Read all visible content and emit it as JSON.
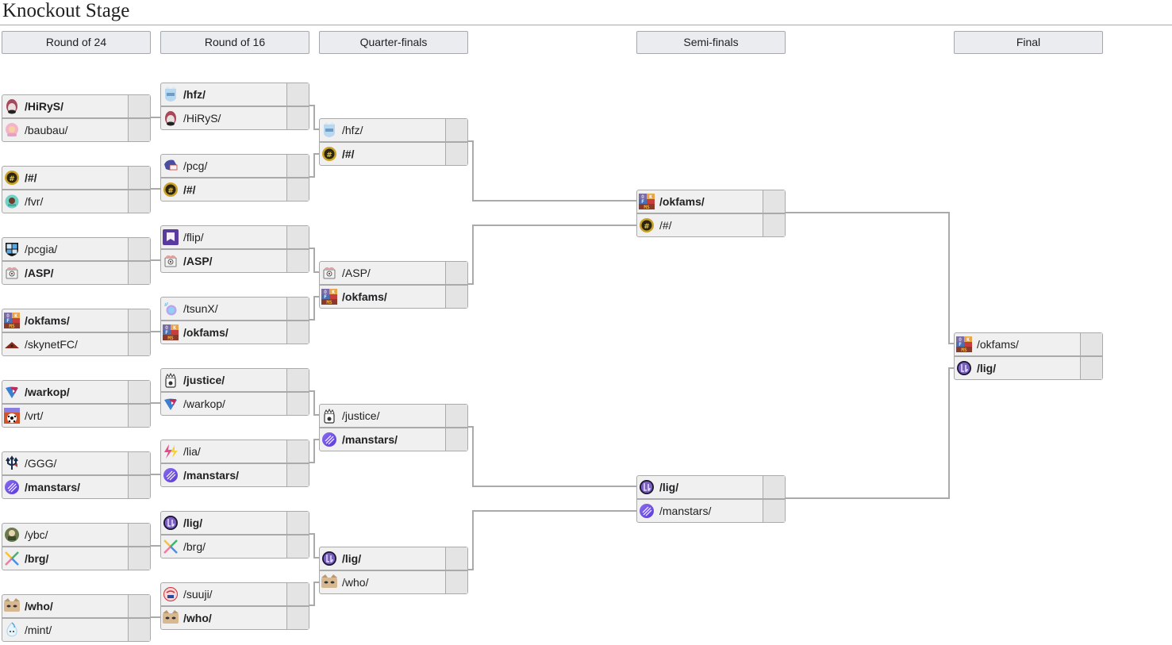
{
  "page": {
    "title": "Knockout Stage"
  },
  "rounds": [
    {
      "label": "Round of 24"
    },
    {
      "label": "Round of 16"
    },
    {
      "label": "Quarter-finals"
    },
    {
      "label": "Semi-finals"
    },
    {
      "label": "Final"
    }
  ],
  "matches": {
    "r24": [
      {
        "teams": [
          {
            "name": "/HiRyS/",
            "icon": "hirys-logo",
            "winner": true,
            "score": ""
          },
          {
            "name": "/baubau/",
            "icon": "baubau-logo",
            "winner": false,
            "score": ""
          }
        ]
      },
      {
        "teams": [
          {
            "name": "/#/",
            "icon": "hash-logo",
            "winner": true,
            "score": ""
          },
          {
            "name": "/fvr/",
            "icon": "fvr-logo",
            "winner": false,
            "score": ""
          }
        ]
      },
      {
        "teams": [
          {
            "name": "/pcgia/",
            "icon": "pcgia-logo",
            "winner": false,
            "score": ""
          },
          {
            "name": "/ASP/",
            "icon": "asp-logo",
            "winner": true,
            "score": ""
          }
        ]
      },
      {
        "teams": [
          {
            "name": "/okfams/",
            "icon": "okfams-logo",
            "winner": true,
            "score": ""
          },
          {
            "name": "/skynetFC/",
            "icon": "skynetfc-logo",
            "winner": false,
            "score": ""
          }
        ]
      },
      {
        "teams": [
          {
            "name": "/warkop/",
            "icon": "warkop-logo",
            "winner": true,
            "score": ""
          },
          {
            "name": "/vrt/",
            "icon": "vrt-logo",
            "winner": false,
            "score": ""
          }
        ]
      },
      {
        "teams": [
          {
            "name": "/GGG/",
            "icon": "ggg-logo",
            "winner": false,
            "score": ""
          },
          {
            "name": "/manstars/",
            "icon": "manstars-logo",
            "winner": true,
            "score": ""
          }
        ]
      },
      {
        "teams": [
          {
            "name": "/ybc/",
            "icon": "ybc-logo",
            "winner": false,
            "score": ""
          },
          {
            "name": "/brg/",
            "icon": "brg-logo",
            "winner": true,
            "score": ""
          }
        ]
      },
      {
        "teams": [
          {
            "name": "/who/",
            "icon": "who-logo",
            "winner": true,
            "score": ""
          },
          {
            "name": "/mint/",
            "icon": "mint-logo",
            "winner": false,
            "score": ""
          }
        ]
      }
    ],
    "r16": [
      {
        "teams": [
          {
            "name": "/hfz/",
            "icon": "hfz-logo",
            "winner": true,
            "score": ""
          },
          {
            "name": "/HiRyS/",
            "icon": "hirys-logo",
            "winner": false,
            "score": ""
          }
        ]
      },
      {
        "teams": [
          {
            "name": "/pcg/",
            "icon": "pcg-logo",
            "winner": false,
            "score": ""
          },
          {
            "name": "/#/",
            "icon": "hash-logo",
            "winner": true,
            "score": ""
          }
        ]
      },
      {
        "teams": [
          {
            "name": "/flip/",
            "icon": "flip-logo",
            "winner": false,
            "score": ""
          },
          {
            "name": "/ASP/",
            "icon": "asp-logo",
            "winner": true,
            "score": ""
          }
        ]
      },
      {
        "teams": [
          {
            "name": "/tsunX/",
            "icon": "tsunx-logo",
            "winner": false,
            "score": ""
          },
          {
            "name": "/okfams/",
            "icon": "okfams-logo",
            "winner": true,
            "score": ""
          }
        ]
      },
      {
        "teams": [
          {
            "name": "/justice/",
            "icon": "justice-logo",
            "winner": true,
            "score": ""
          },
          {
            "name": "/warkop/",
            "icon": "warkop-logo",
            "winner": false,
            "score": ""
          }
        ]
      },
      {
        "teams": [
          {
            "name": "/lia/",
            "icon": "lia-logo",
            "winner": false,
            "score": ""
          },
          {
            "name": "/manstars/",
            "icon": "manstars-logo",
            "winner": true,
            "score": ""
          }
        ]
      },
      {
        "teams": [
          {
            "name": "/lig/",
            "icon": "lig-logo",
            "winner": true,
            "score": ""
          },
          {
            "name": "/brg/",
            "icon": "brg-logo",
            "winner": false,
            "score": ""
          }
        ]
      },
      {
        "teams": [
          {
            "name": "/suuji/",
            "icon": "suuji-logo",
            "winner": false,
            "score": ""
          },
          {
            "name": "/who/",
            "icon": "who-logo",
            "winner": true,
            "score": ""
          }
        ]
      }
    ],
    "qf": [
      {
        "teams": [
          {
            "name": "/hfz/",
            "icon": "hfz-logo",
            "winner": false,
            "score": ""
          },
          {
            "name": "/#/",
            "icon": "hash-logo",
            "winner": true,
            "score": ""
          }
        ]
      },
      {
        "teams": [
          {
            "name": "/ASP/",
            "icon": "asp-logo",
            "winner": false,
            "score": ""
          },
          {
            "name": "/okfams/",
            "icon": "okfams-logo",
            "winner": true,
            "score": ""
          }
        ]
      },
      {
        "teams": [
          {
            "name": "/justice/",
            "icon": "justice-logo",
            "winner": false,
            "score": ""
          },
          {
            "name": "/manstars/",
            "icon": "manstars-logo",
            "winner": true,
            "score": ""
          }
        ]
      },
      {
        "teams": [
          {
            "name": "/lig/",
            "icon": "lig-logo",
            "winner": true,
            "score": ""
          },
          {
            "name": "/who/",
            "icon": "who-logo",
            "winner": false,
            "score": ""
          }
        ]
      }
    ],
    "sf": [
      {
        "teams": [
          {
            "name": "/okfams/",
            "icon": "okfams-logo",
            "winner": true,
            "score": ""
          },
          {
            "name": "/#/",
            "icon": "hash-logo",
            "winner": false,
            "score": ""
          }
        ]
      },
      {
        "teams": [
          {
            "name": "/lig/",
            "icon": "lig-logo",
            "winner": true,
            "score": ""
          },
          {
            "name": "/manstars/",
            "icon": "manstars-logo",
            "winner": false,
            "score": ""
          }
        ]
      }
    ],
    "final": [
      {
        "teams": [
          {
            "name": "/okfams/",
            "icon": "okfams-logo",
            "winner": false,
            "score": ""
          },
          {
            "name": "/lig/",
            "icon": "lig-logo",
            "winner": true,
            "score": ""
          }
        ]
      }
    ]
  },
  "colors": {
    "header_bg": "#eaecf0",
    "match_bg": "#f0f0f0",
    "score_bg": "#e4e4e4",
    "line": "#aaaaaa"
  }
}
